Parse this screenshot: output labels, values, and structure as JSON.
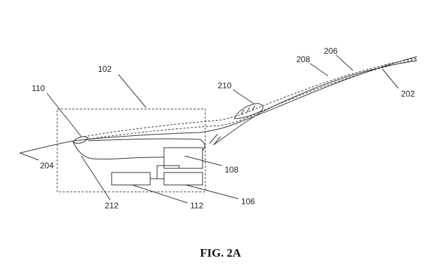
{
  "labels": {
    "ref_102": "102",
    "ref_110": "110",
    "ref_210": "210",
    "ref_208": "208",
    "ref_206": "206",
    "ref_202": "202",
    "ref_204": "204",
    "ref_108": "108",
    "ref_212": "212",
    "ref_112": "112",
    "ref_106": "106"
  },
  "caption": "FIG. 2A"
}
